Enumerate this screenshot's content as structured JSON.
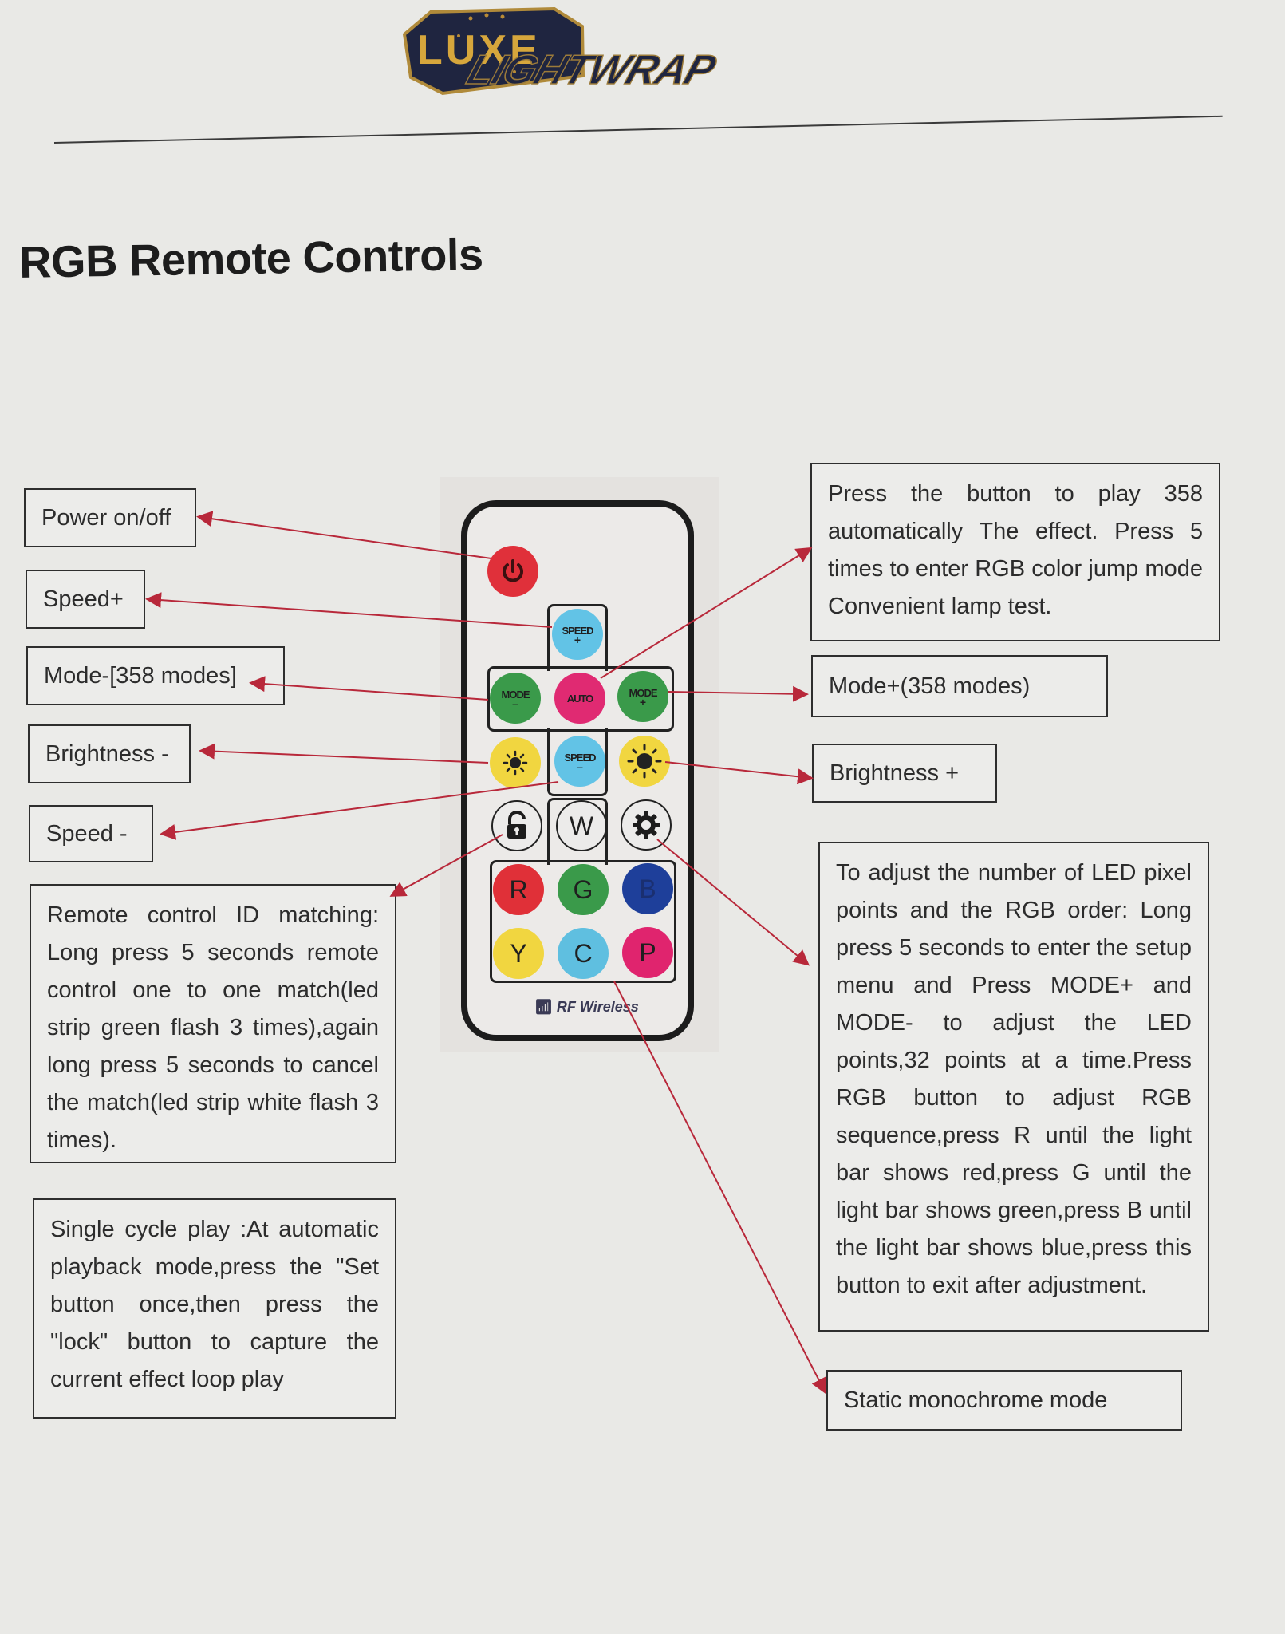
{
  "brand": {
    "logo_primary": "LUXE",
    "logo_secondary": "LIGHTWRAP",
    "gold": "#d6a63c",
    "navy": "#1f2540"
  },
  "page": {
    "title": "RGB Remote Controls"
  },
  "arrow_color": "#b8283a",
  "left_labels": {
    "power": "Power on/off",
    "speed_plus": "Speed+",
    "mode_minus": "Mode-[358 modes]",
    "brightness_minus": "Brightness -",
    "speed_minus": "Speed -"
  },
  "right_labels": {
    "mode_plus": "Mode+(358 modes)",
    "brightness_plus": "Brightness +",
    "static_mode": "Static monochrome mode"
  },
  "notes": {
    "auto": "Press the button to play 358 automatically The effect. Press 5 times to enter RGB color jump mode Convenient lamp test.",
    "id_matching": "Remote control ID matching: Long press 5 seconds remote control one to one match(led strip green flash 3 times),again long press 5 seconds to cancel the match(led strip white flash 3 times).",
    "single_cycle": "Single cycle play :At automatic playback mode,press the \"Set button once,then press the \"lock\" button to capture the current effect loop play",
    "setup": "To adjust the number of LED pixel points and the RGB order: Long press 5 seconds to enter the setup menu and Press MODE+ and MODE- to adjust the LED points,32 points at a time.Press RGB button to adjust RGB sequence,press R until the light bar shows red,press G until the light bar shows green,press B until the light bar shows blue,press this button to exit after adjustment."
  },
  "remote": {
    "footer": "RF Wireless",
    "buttons": {
      "power": {
        "icon": "power-icon",
        "color": "#e0303a"
      },
      "speed_plus": {
        "label": "SPEED",
        "sub": "+",
        "color": "#62c3e6"
      },
      "mode_minus": {
        "label": "MODE",
        "sub": "–",
        "color": "#3a9a4a"
      },
      "auto": {
        "label": "AUTO",
        "color": "#e02a72"
      },
      "mode_plus": {
        "label": "MODE",
        "sub": "+",
        "color": "#3a9a4a"
      },
      "brightness_minus": {
        "icon": "sun-small-icon",
        "color": "#f1d640"
      },
      "speed_minus": {
        "label": "SPEED",
        "sub": "–",
        "color": "#62c3e6"
      },
      "brightness_plus": {
        "icon": "sun-large-icon",
        "color": "#f1d640"
      },
      "lock": {
        "icon": "lock-icon"
      },
      "white": {
        "label": "W"
      },
      "settings": {
        "icon": "gear-icon"
      },
      "red": {
        "label": "R",
        "color": "#e03038"
      },
      "green": {
        "label": "G",
        "color": "#3a9a4a"
      },
      "blue": {
        "label": "B",
        "color": "#1e3f9a"
      },
      "yellow": {
        "label": "Y",
        "color": "#f1d640"
      },
      "cyan": {
        "label": "C",
        "color": "#5fbfe0"
      },
      "purple": {
        "label": "P",
        "color": "#e0246e"
      }
    }
  }
}
